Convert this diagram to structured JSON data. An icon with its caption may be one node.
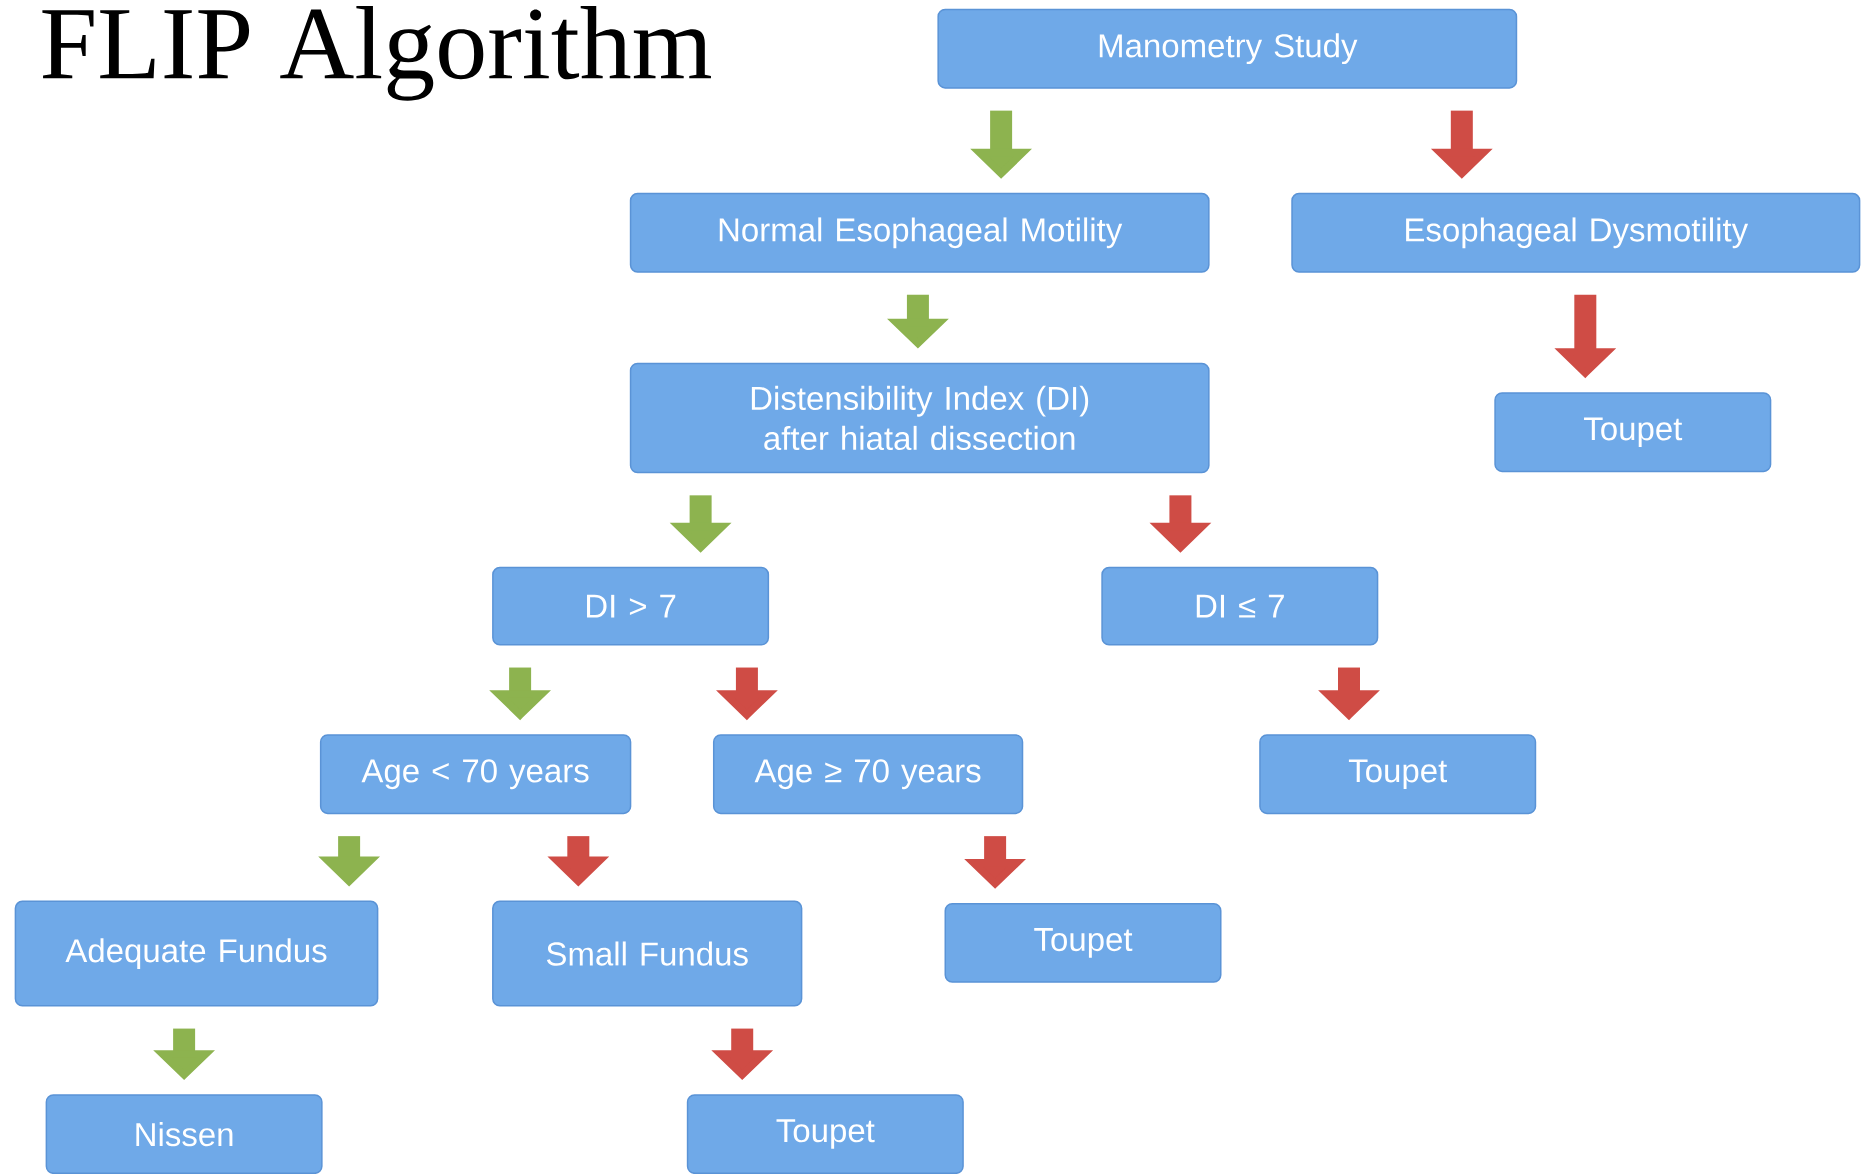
{
  "diagram": {
    "title": "FLIP Algorithm",
    "nodes": [
      {
        "text": [
          "Manometry Study"
        ]
      },
      {
        "text": [
          "Normal Esophageal Motility"
        ]
      },
      {
        "text": [
          "Esophageal Dysmotility"
        ]
      },
      {
        "text": [
          "Distensibility Index (DI) after hiatal dissection"
        ]
      },
      {
        "text": [
          "Toupet"
        ]
      },
      {
        "text": [
          "DI > 7"
        ]
      },
      {
        "text": [
          "DI ≤ 7"
        ]
      },
      {
        "text": [
          "Age < 70 years"
        ]
      },
      {
        "text": [
          "Age ≥ 70 years"
        ]
      },
      {
        "text": [
          "Toupet"
        ]
      },
      {
        "text": [
          "Adequate Fundus"
        ]
      },
      {
        "text": [
          "Small Fundus"
        ]
      },
      {
        "text": [
          "Toupet"
        ]
      },
      {
        "text": [
          "Nissen"
        ]
      },
      {
        "text": [
          "Toupet"
        ]
      }
    ],
    "edges": [
      {
        "from": 0,
        "to": 1,
        "arrow": "to",
        "color": "#8db34f"
      },
      {
        "from": 0,
        "to": 2,
        "arrow": "to"
      },
      {
        "from": 1,
        "to": 3,
        "arrow": "to",
        "color": "#8db34f"
      },
      {
        "from": 2,
        "to": 4,
        "arrow": "to"
      },
      {
        "from": 3,
        "to": 5,
        "arrow": "to",
        "color": "#8db34f"
      },
      {
        "from": 3,
        "to": 6,
        "arrow": "to"
      },
      {
        "from": 5,
        "to": 7,
        "arrow": "to",
        "color": "#8db34f"
      },
      {
        "from": 5,
        "to": 8,
        "arrow": "to"
      },
      {
        "from": 6,
        "to": 9,
        "arrow": "to"
      },
      {
        "from": 7,
        "to": 10,
        "arrow": "to",
        "color": "#8db34f"
      },
      {
        "from": 7,
        "to": 11,
        "arrow": "to"
      },
      {
        "from": 8,
        "to": 12,
        "arrow": "to"
      },
      {
        "from": 10,
        "to": 13,
        "arrow": "to",
        "color": "#8db34f"
      },
      {
        "from": 11,
        "to": 14,
        "arrow": "to"
      }
    ]
  }
}
